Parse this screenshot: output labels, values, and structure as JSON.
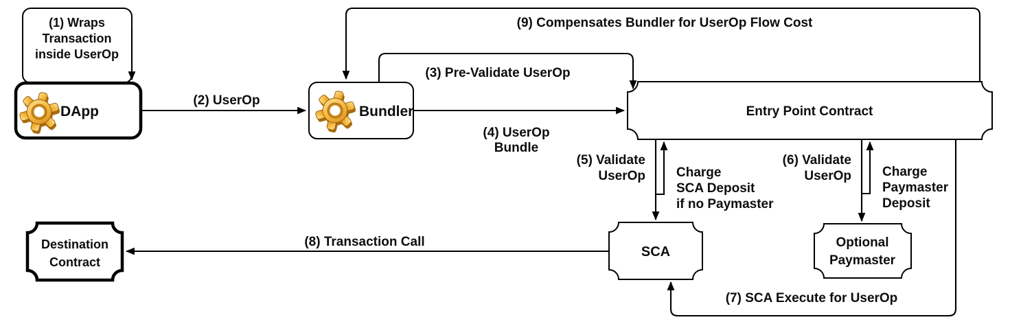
{
  "colors": {
    "background": "#ffffff",
    "line": "#000000",
    "node_fill": "#ffffff",
    "text": "#0d0d0d",
    "gear_gold_light": "#ffe49a",
    "gear_gold_mid": "#f6b93f",
    "gear_gold_dark": "#d88a1d",
    "gear_outline": "#8f5c08"
  },
  "nodes": {
    "wrap_annotation": {
      "lines": [
        "(1) Wraps",
        "Transaction",
        "inside UserOp"
      ]
    },
    "dapp": {
      "label": "DApp",
      "icon": "gear-icon"
    },
    "bundler": {
      "label": "Bundler",
      "icon": "gear-icon"
    },
    "entry_point": {
      "label": "Entry Point Contract"
    },
    "sca": {
      "label": "SCA"
    },
    "optional_paymaster": {
      "lines": [
        "Optional",
        "Paymaster"
      ]
    },
    "destination_contract": {
      "lines": [
        "Destination",
        "Contract"
      ]
    }
  },
  "edges": {
    "userop": {
      "label": "(2) UserOp"
    },
    "pre_validate": {
      "label": "(3) Pre-Validate UserOp"
    },
    "userop_bundle": {
      "lines": [
        "(4) UserOp",
        "Bundle"
      ]
    },
    "validate_sca": {
      "lines": [
        "(5) Validate",
        "UserOp"
      ]
    },
    "charge_sca": {
      "lines": [
        "Charge",
        "SCA Deposit",
        "if no Paymaster"
      ]
    },
    "validate_paymaster": {
      "lines": [
        "(6) Validate",
        "UserOp"
      ]
    },
    "charge_paymaster": {
      "lines": [
        "Charge",
        "Paymaster",
        "Deposit"
      ]
    },
    "sca_execute": {
      "label": "(7) SCA Execute for UserOp"
    },
    "transaction_call": {
      "label": "(8) Transaction Call"
    },
    "compensate": {
      "label": "(9) Compensates Bundler for UserOp Flow Cost"
    }
  }
}
